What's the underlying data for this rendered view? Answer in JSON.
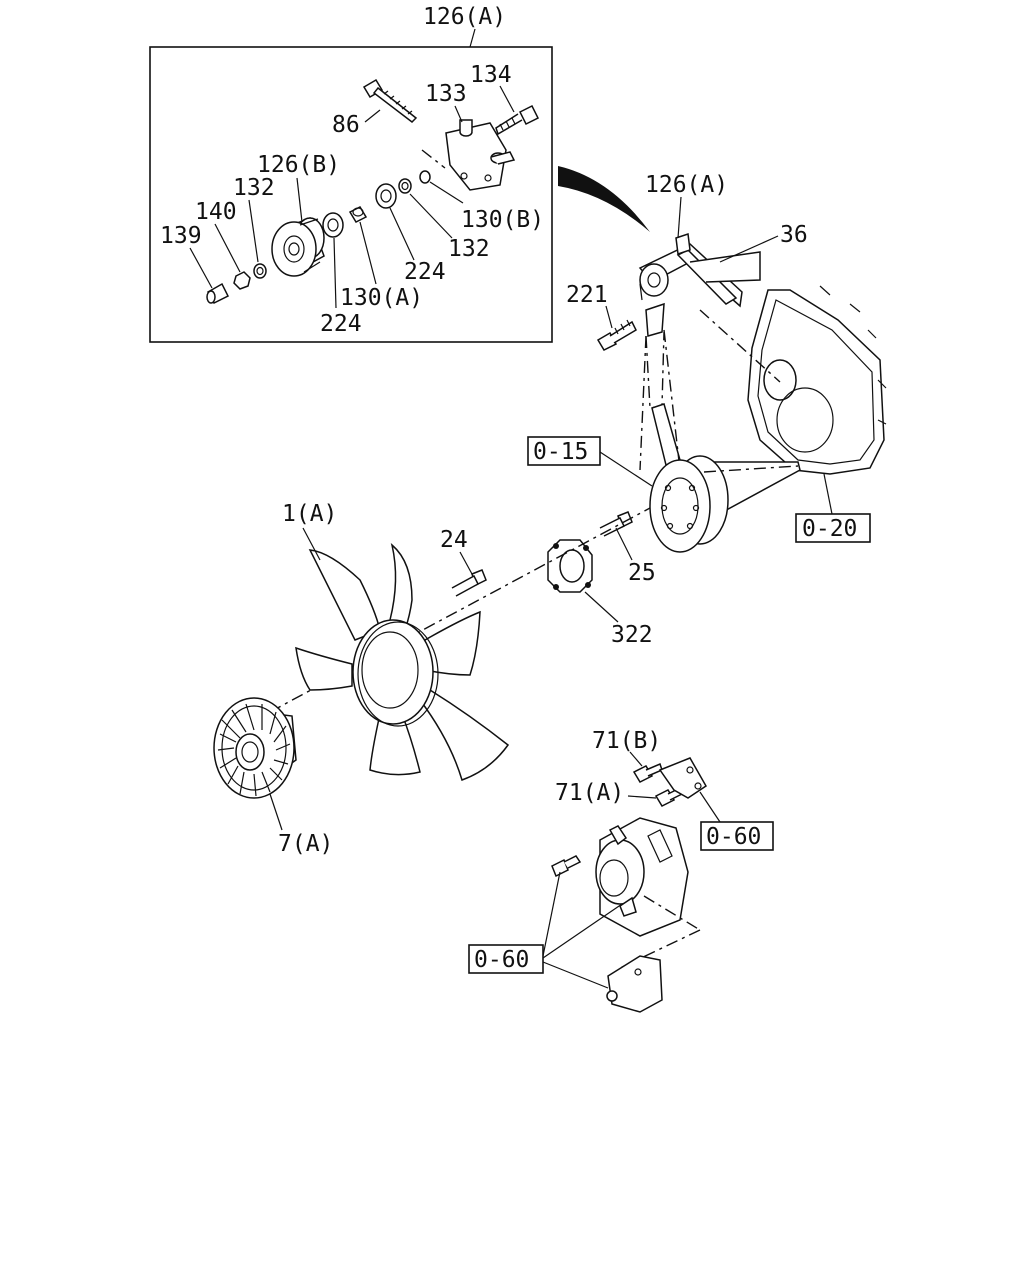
{
  "diagram": {
    "inset_title": "126(A)",
    "labels": {
      "l86": "86",
      "l133": "133",
      "l134": "134",
      "l126b": "126(B)",
      "l132a": "132",
      "l140": "140",
      "l139": "139",
      "l130b": "130(B)",
      "l132b": "132",
      "l224a": "224",
      "l130a": "130(A)",
      "l224b": "224",
      "l126a": "126(A)",
      "l36": "36",
      "l221": "221",
      "ref015": "0-15",
      "ref020": "0-20",
      "l1a": "1(A)",
      "l24": "24",
      "l25": "25",
      "l322": "322",
      "l7a": "7(A)",
      "l71b": "71(B)",
      "l71a": "71(A)",
      "ref060a": "0-60",
      "ref060b": "0-60"
    }
  }
}
